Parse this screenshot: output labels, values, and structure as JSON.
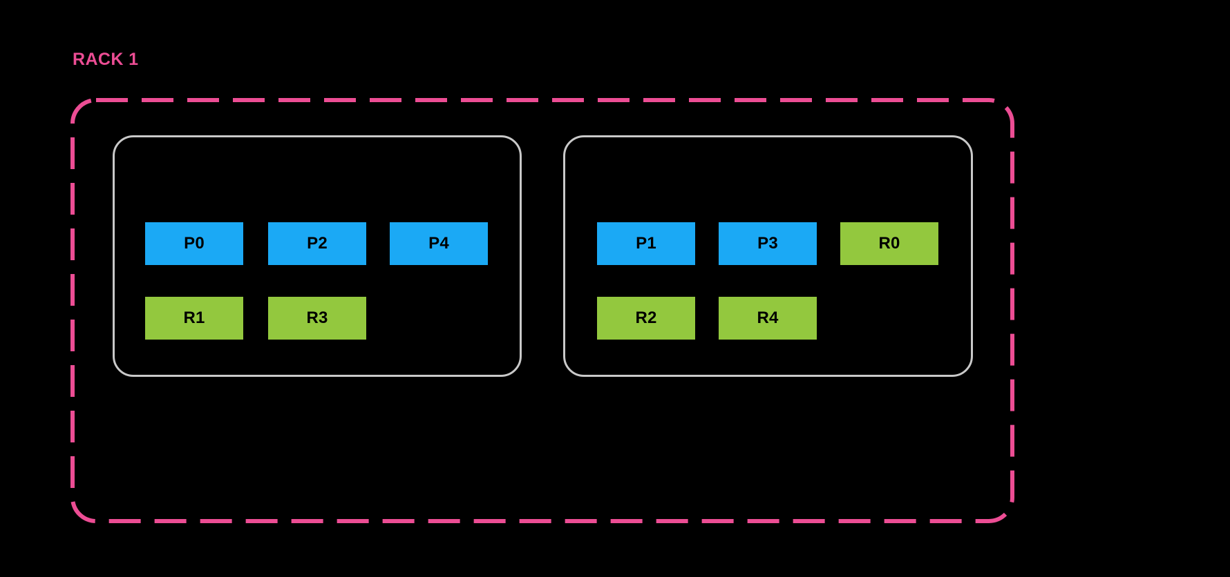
{
  "diagram": {
    "title": "RACK 1",
    "background_color": "#000000",
    "rack_border_color": "#ec4d94",
    "rack_border_style": "dashed",
    "node_border_color": "#c9c9c9",
    "primary_color": "#1ba9f5",
    "replica_color": "#93c83e",
    "label_text_color": "#000000"
  },
  "nodes": [
    {
      "name": "node-left",
      "rows": [
        {
          "name": "primary-row",
          "cells": [
            {
              "label": "P0",
              "type": "primary"
            },
            {
              "label": "P2",
              "type": "primary"
            },
            {
              "label": "P4",
              "type": "primary"
            }
          ]
        },
        {
          "name": "replica-row",
          "cells": [
            {
              "label": "R1",
              "type": "replica"
            },
            {
              "label": "R3",
              "type": "replica"
            }
          ]
        }
      ]
    },
    {
      "name": "node-right",
      "rows": [
        {
          "name": "primary-row",
          "cells": [
            {
              "label": "P1",
              "type": "primary"
            },
            {
              "label": "P3",
              "type": "primary"
            },
            {
              "label": "R0",
              "type": "replica"
            }
          ]
        },
        {
          "name": "replica-row",
          "cells": [
            {
              "label": "R2",
              "type": "replica"
            },
            {
              "label": "R4",
              "type": "replica"
            }
          ]
        }
      ]
    }
  ]
}
